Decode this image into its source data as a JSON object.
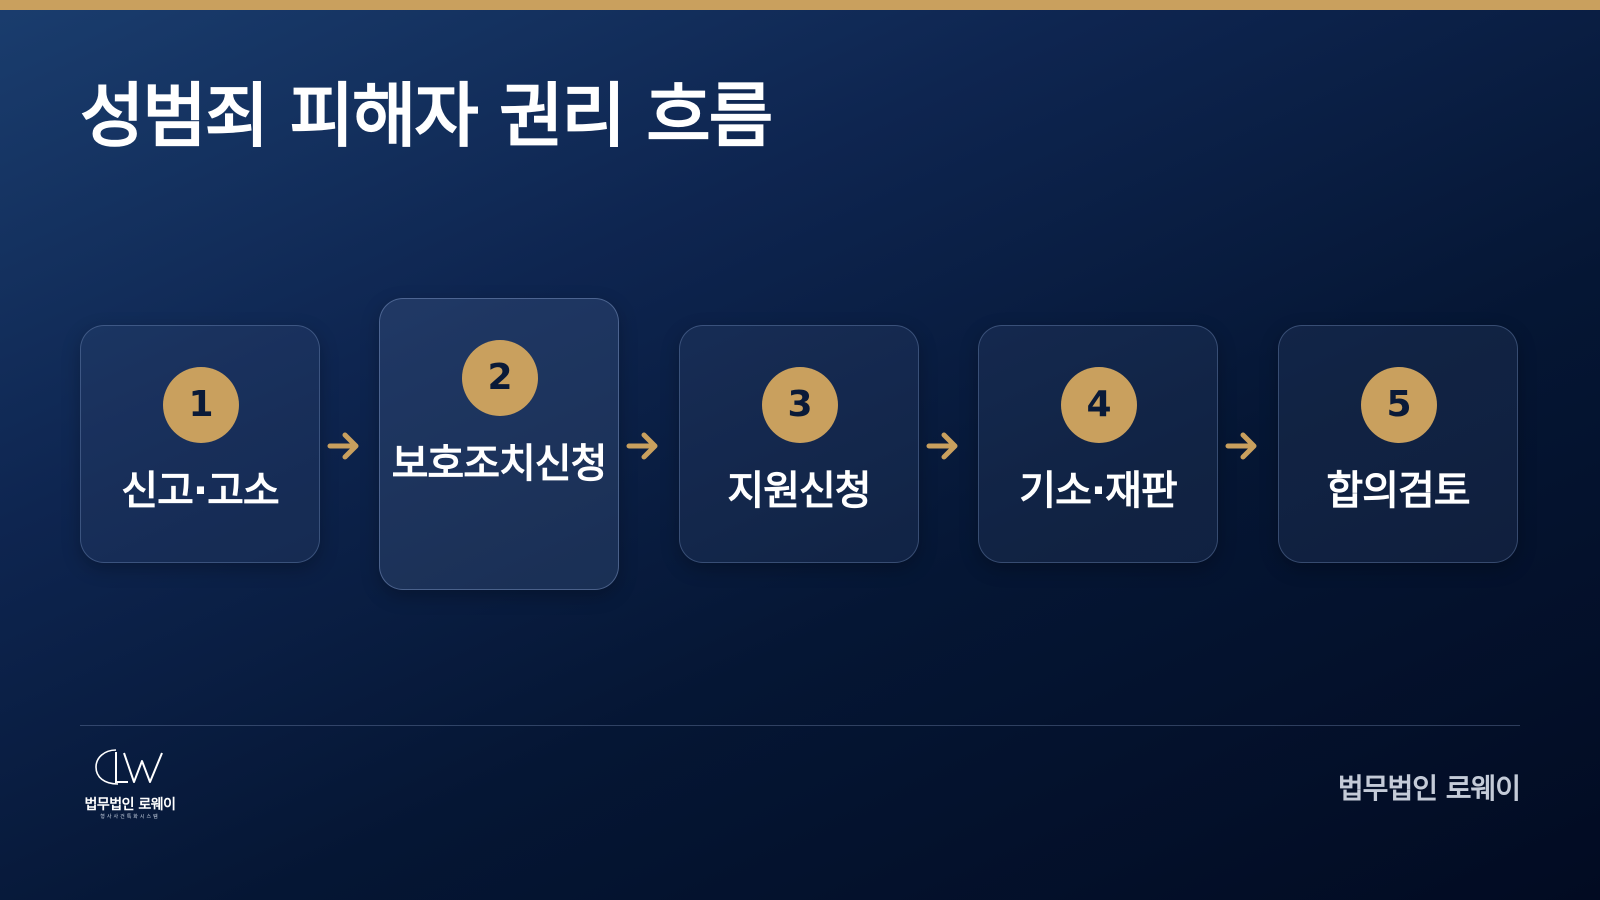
{
  "slide": {
    "title": "성범죄 피해자 권리 흐름",
    "accent_color": "#c9a05e",
    "background_color": "#061838"
  },
  "steps": [
    {
      "number": "1",
      "label": "신고·고소",
      "highlighted": false
    },
    {
      "number": "2",
      "label": "보호조치신청",
      "highlighted": true
    },
    {
      "number": "3",
      "label": "지원신청",
      "highlighted": false
    },
    {
      "number": "4",
      "label": "기소·재판",
      "highlighted": false
    },
    {
      "number": "5",
      "label": "합의검토",
      "highlighted": false
    }
  ],
  "arrows": {
    "icon": "arrow-right-icon",
    "color": "#c9a05e"
  },
  "footer": {
    "logo_monogram": "LW",
    "logo_name": "법무법인 로웨이",
    "logo_tagline": "형사사건특화시스템",
    "firm_name": "법무법인 로웨이"
  }
}
